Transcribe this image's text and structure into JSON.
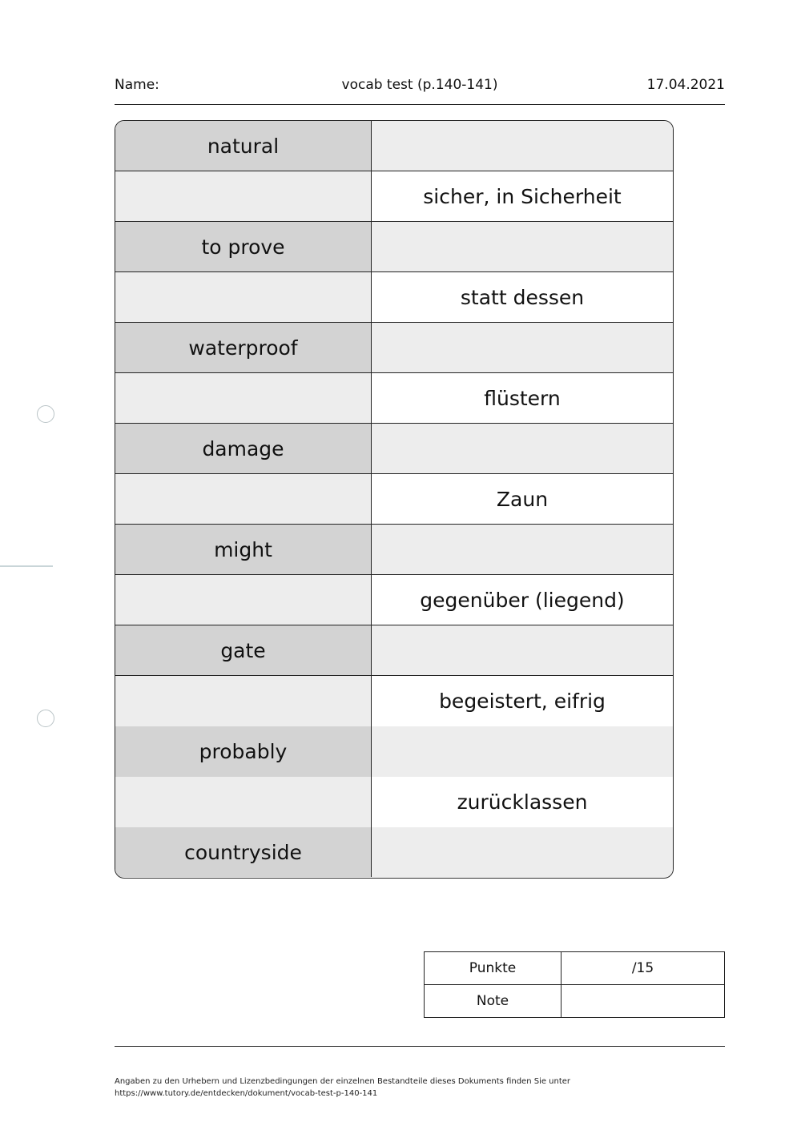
{
  "header": {
    "name_label": "Name:",
    "title": "vocab test (p.140-141)",
    "date": "17.04.2021"
  },
  "vocab": [
    {
      "english": "natural",
      "german": ""
    },
    {
      "english": "",
      "german": "sicher, in Sicherheit"
    },
    {
      "english": "to prove",
      "german": ""
    },
    {
      "english": "",
      "german": "statt dessen"
    },
    {
      "english": "waterproof",
      "german": ""
    },
    {
      "english": "",
      "german": "flüstern"
    },
    {
      "english": "damage",
      "german": ""
    },
    {
      "english": "",
      "german": "Zaun"
    },
    {
      "english": "might",
      "german": ""
    },
    {
      "english": "",
      "german": "gegenüber (liegend)"
    },
    {
      "english": "gate",
      "german": ""
    },
    {
      "english": "",
      "german": "begeistert, eifrig"
    },
    {
      "english": "probably",
      "german": ""
    },
    {
      "english": "",
      "german": "zurücklassen"
    },
    {
      "english": "countryside",
      "german": ""
    }
  ],
  "score": {
    "points_label": "Punkte",
    "points_value": "/15",
    "grade_label": "Note",
    "grade_value": ""
  },
  "footer": {
    "line1": "Angaben zu den Urhebern und Lizenzbedingungen der einzelnen Bestandteile dieses Dokuments finden Sie unter",
    "line2": "https://www.tutory.de/entdecken/dokument/vocab-test-p-140-141"
  },
  "colors": {
    "cell_dark": "#d3d3d3",
    "cell_light": "#ededed",
    "cell_white": "#ffffff"
  }
}
